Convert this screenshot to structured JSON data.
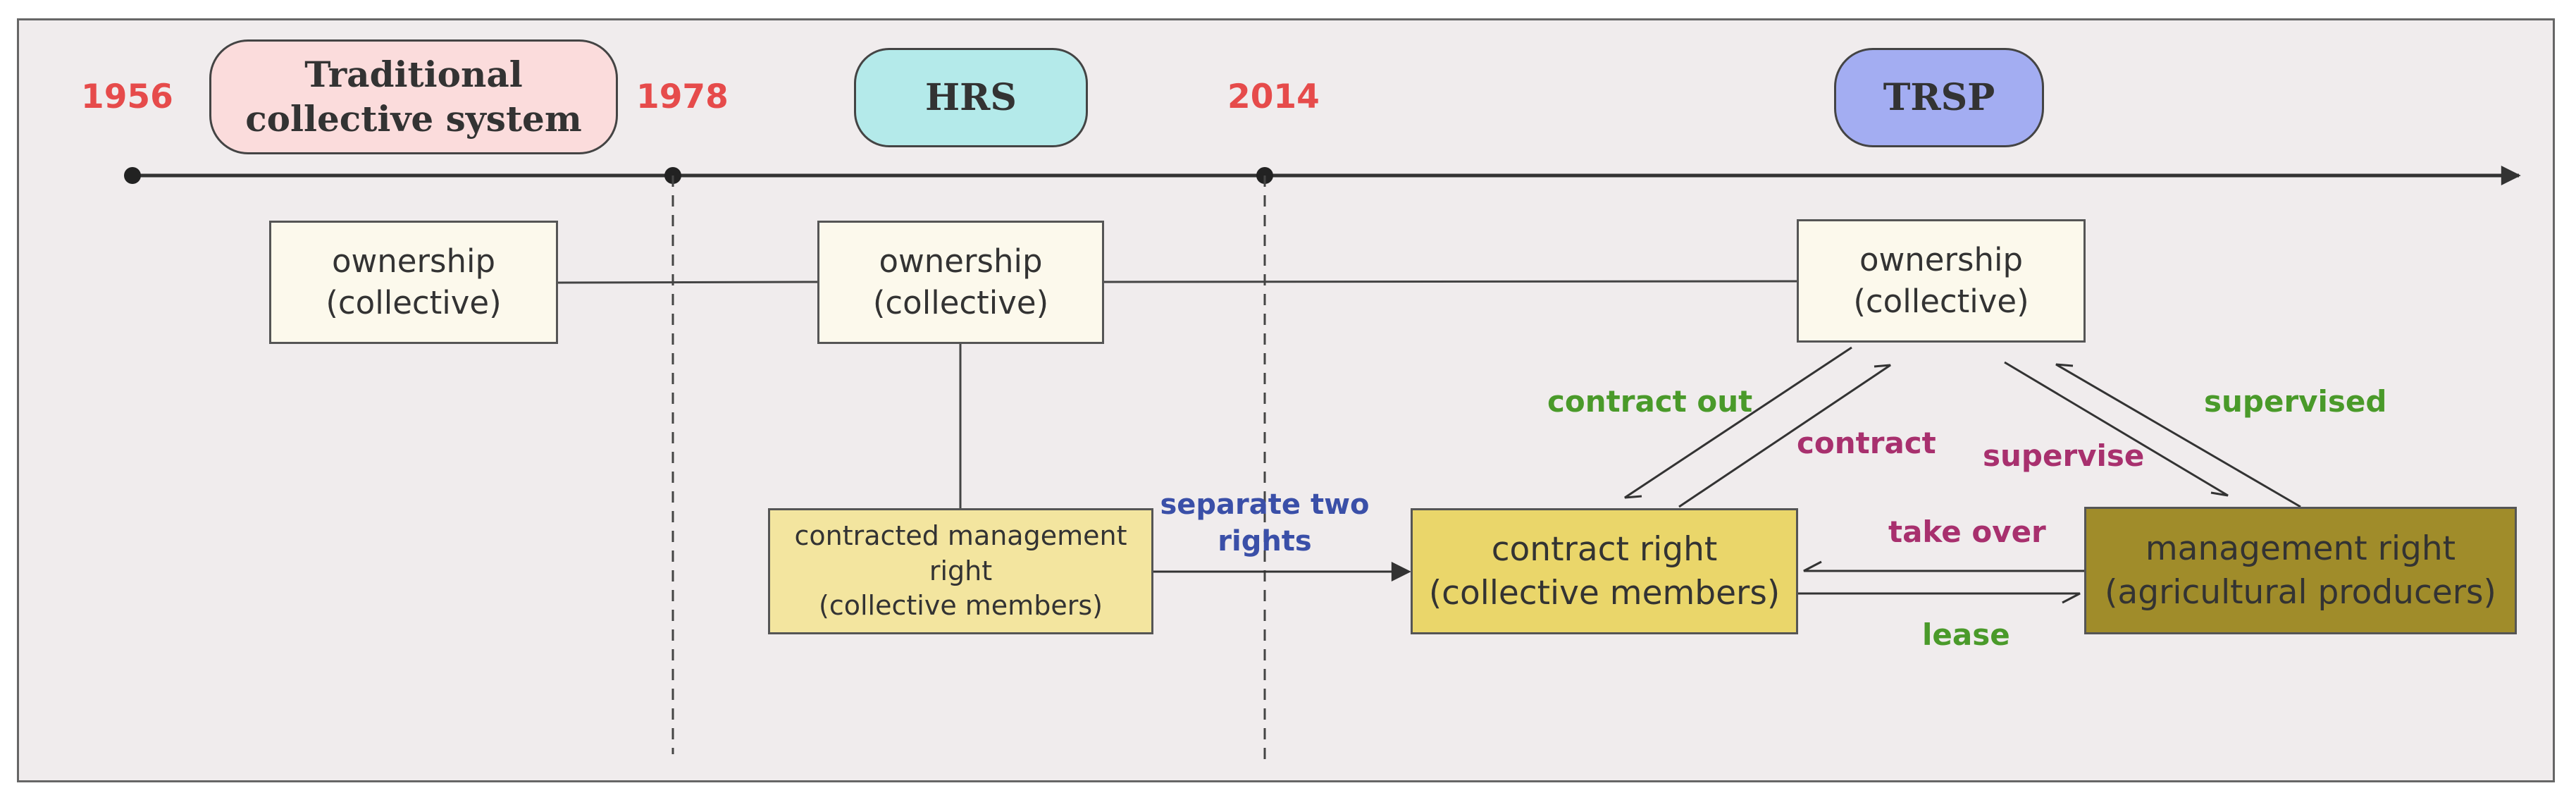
{
  "timeline": {
    "years": [
      "1956",
      "1978",
      "2014"
    ],
    "year_color": "#e64b4b",
    "periods": [
      {
        "label": "Traditional\ncollective system",
        "color": "#fbdcdc"
      },
      {
        "label": "HRS",
        "color": "#b4eaea"
      },
      {
        "label": "TRSP",
        "color": "#a3adf2"
      }
    ]
  },
  "boxes": {
    "ownership_1": "ownership\n(collective)",
    "ownership_2": "ownership\n(collective)",
    "ownership_3": "ownership\n(collective)",
    "contracted_management": "contracted management\nright\n(collective members)",
    "contract_right": "contract right\n(collective members)",
    "management_right": "management right\n(agricultural producers)"
  },
  "relations": {
    "separate_two_rights": "separate two\nrights",
    "contract_out": "contract out",
    "contract": "contract",
    "supervise": "supervise",
    "supervised": "supervised",
    "take_over": "take over",
    "lease": "lease"
  },
  "colors": {
    "ownership_fill": "#fcf9ec",
    "contracted_fill": "#f3e59f",
    "contract_right_fill": "#ead66a",
    "management_right_fill": "#a08c2a",
    "green_label": "#4a9a2a",
    "purple_label": "#a8306e",
    "blue_label": "#3a4fa8"
  }
}
